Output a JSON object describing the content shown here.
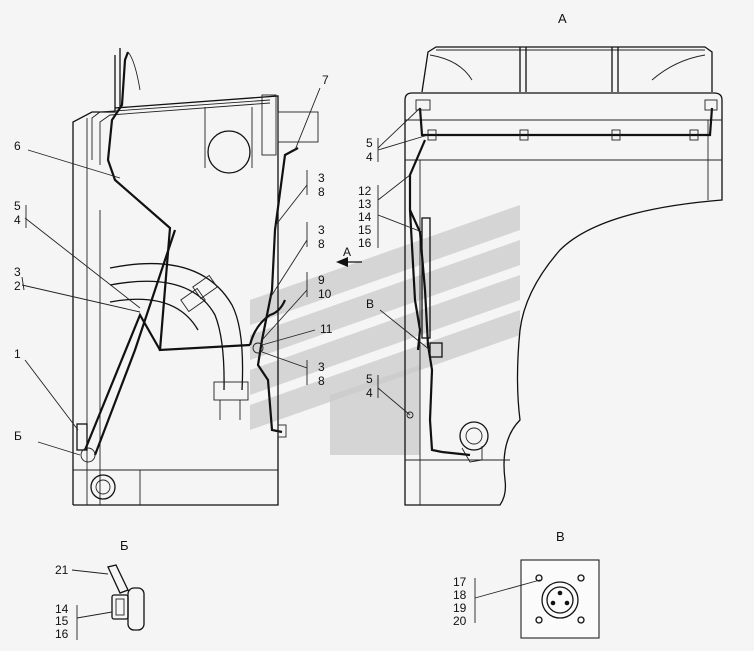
{
  "views": {
    "main_view_title": "",
    "view_a_title": "А",
    "view_b_title": "Б",
    "view_v_title": "В"
  },
  "direction_marker": {
    "text": "А"
  },
  "callouts_main": [
    {
      "id": "c1",
      "text": "1"
    },
    {
      "id": "c2",
      "text": "3"
    },
    {
      "id": "c3",
      "text": "2"
    },
    {
      "id": "c4",
      "text": "5"
    },
    {
      "id": "c5",
      "text": "4"
    },
    {
      "id": "c6",
      "text": "6"
    },
    {
      "id": "c7",
      "text": "7"
    },
    {
      "id": "c8",
      "text": "3"
    },
    {
      "id": "c9",
      "text": "8"
    },
    {
      "id": "c10",
      "text": "3"
    },
    {
      "id": "c11",
      "text": "8"
    },
    {
      "id": "c12",
      "text": "9"
    },
    {
      "id": "c13",
      "text": "10"
    },
    {
      "id": "c14",
      "text": "11"
    },
    {
      "id": "c15",
      "text": "3"
    },
    {
      "id": "c16",
      "text": "8"
    },
    {
      "id": "c17",
      "text": "Б"
    }
  ],
  "callouts_a": [
    {
      "id": "a1",
      "text": "5"
    },
    {
      "id": "a2",
      "text": "4"
    },
    {
      "id": "a3",
      "text": "12"
    },
    {
      "id": "a4",
      "text": "13"
    },
    {
      "id": "a5",
      "text": "14"
    },
    {
      "id": "a6",
      "text": "15"
    },
    {
      "id": "a7",
      "text": "16"
    },
    {
      "id": "a8",
      "text": "В"
    },
    {
      "id": "a9",
      "text": "5"
    },
    {
      "id": "a10",
      "text": "4"
    }
  ],
  "callouts_b": [
    {
      "id": "b1",
      "text": "21"
    },
    {
      "id": "b2",
      "text": "14"
    },
    {
      "id": "b3",
      "text": "15"
    },
    {
      "id": "b4",
      "text": "16"
    }
  ],
  "callouts_v": [
    {
      "id": "v1",
      "text": "17"
    },
    {
      "id": "v2",
      "text": "18"
    },
    {
      "id": "v3",
      "text": "19"
    },
    {
      "id": "v4",
      "text": "20"
    }
  ],
  "colors": {
    "line": "#111111",
    "watermark": "#c9c9c9",
    "background": "#f5f5f5"
  }
}
